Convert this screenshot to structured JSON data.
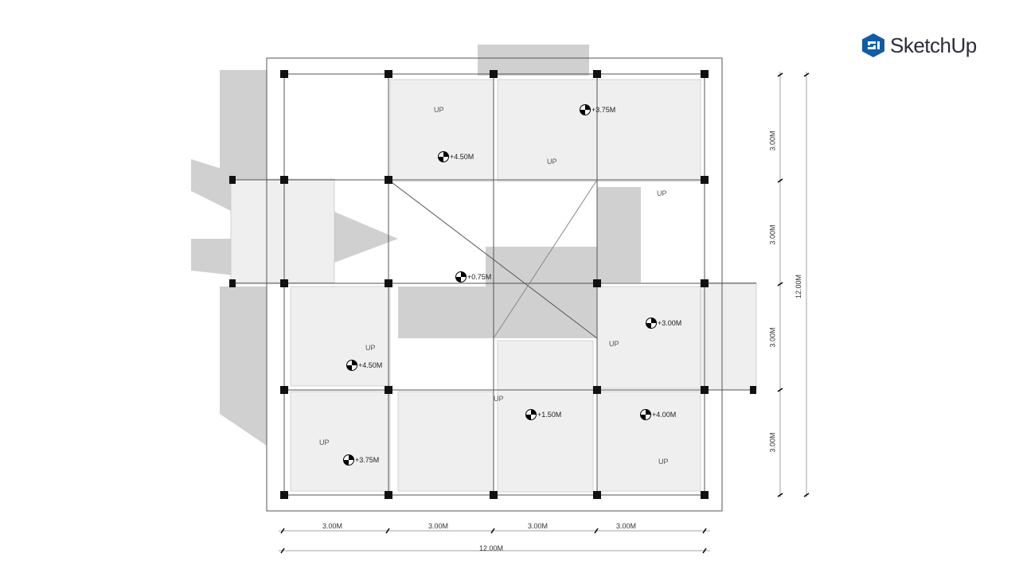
{
  "brand": {
    "name": "SketchUp",
    "color": "#0f5ca8"
  },
  "levels": [
    "+3.75M",
    "+4.50M",
    "+0.75M",
    "+3.00M",
    "+4.50M",
    "+1.50M",
    "+4.00M",
    "+3.75M"
  ],
  "stairs": [
    "UP",
    "UP",
    "UP",
    "UP",
    "UP",
    "UP",
    "UP",
    "UP"
  ],
  "dims": {
    "horizontal": [
      "3.00M",
      "3.00M",
      "3.00M",
      "3.00M"
    ],
    "horizontal_total": "12.00M",
    "vertical": [
      "3.00M",
      "3.00M",
      "3.00M",
      "3.00M"
    ],
    "vertical_total": "12.00M"
  }
}
